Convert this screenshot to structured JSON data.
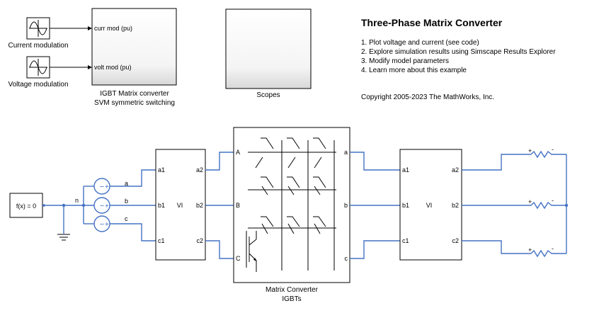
{
  "title": "Three-Phase Matrix Converter",
  "links": [
    "1. Plot voltage and current (see code)",
    "2. Explore simulation results using Simscape Results Explorer",
    "3. Modify model parameters",
    "4. Learn more about this example"
  ],
  "copyright": "Copyright 2005-2023 The MathWorks, Inc.",
  "blocks": {
    "current_mod": {
      "label": "Current modulation"
    },
    "voltage_mod": {
      "label": "Voltage modulation"
    },
    "igbt_ctrl": {
      "label1": "IGBT Matrix converter",
      "label2": "SVM symmetric switching",
      "in1": "curr mod (pu)",
      "in2": "volt mod (pu)"
    },
    "scopes": {
      "label": "Scopes"
    },
    "solver": {
      "label": "f(x) = 0"
    },
    "node_n": "n",
    "sources": [
      "a",
      "b",
      "c"
    ],
    "vi1": {
      "center": "VI",
      "left": [
        "a1",
        "b1",
        "c1"
      ],
      "right": [
        "a2",
        "b2",
        "c2"
      ]
    },
    "matrix": {
      "label1": "Matrix Converter",
      "label2": "IGBTs",
      "left": [
        "A",
        "B",
        "C"
      ],
      "right": [
        "a",
        "b",
        "c"
      ]
    },
    "vi2": {
      "center": "VI",
      "left": [
        "a1",
        "b1",
        "c1"
      ],
      "right": [
        "a2",
        "b2",
        "c2"
      ]
    },
    "load_plus": "+",
    "load_minus": "-"
  },
  "colors": {
    "wire": "#4472c4",
    "link": "#000000"
  }
}
